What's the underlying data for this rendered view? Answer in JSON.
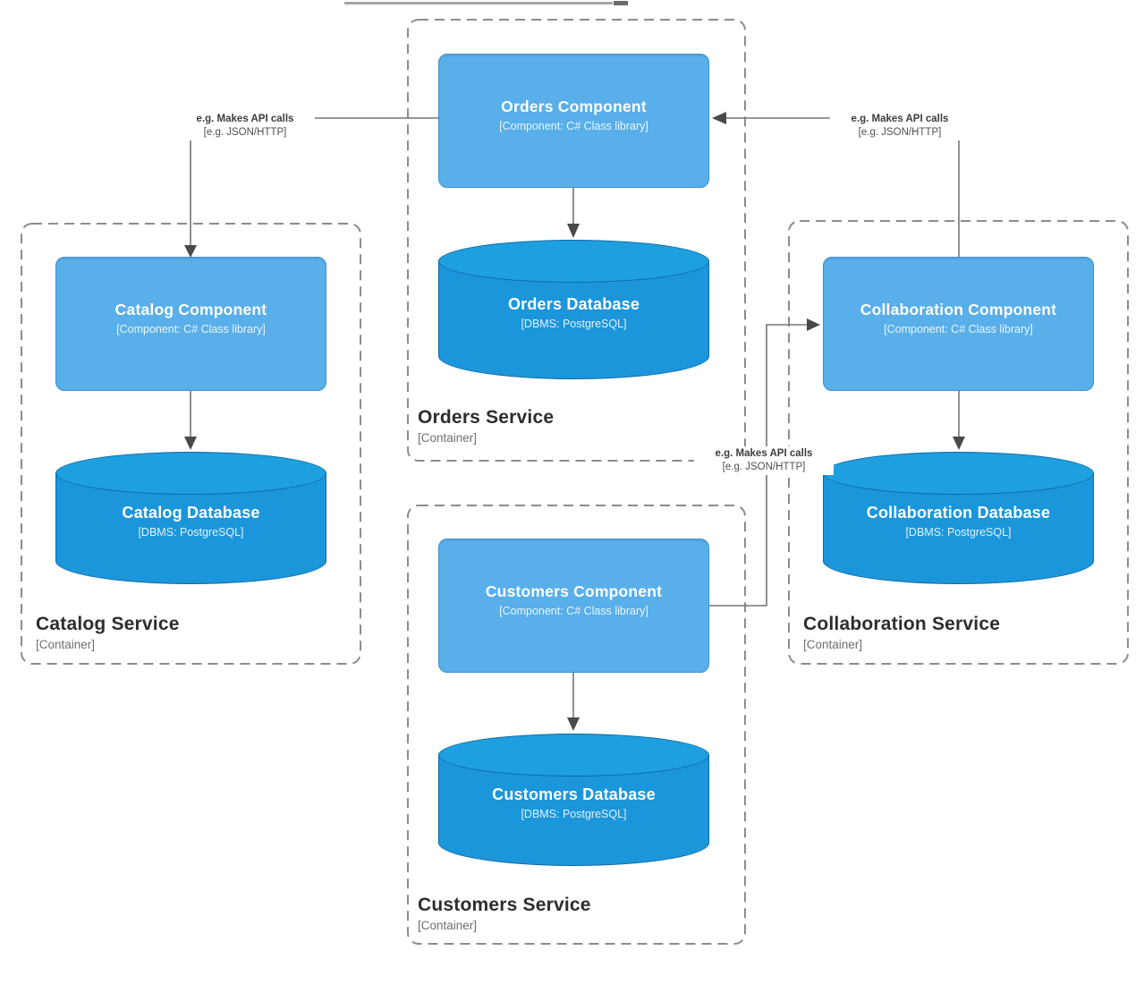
{
  "nodes": {
    "orders_component": {
      "title": "Orders Component",
      "subtitle": "[Component: C# Class library]"
    },
    "orders_database": {
      "title": "Orders Database",
      "subtitle": "[DBMS: PostgreSQL]"
    },
    "catalog_component": {
      "title": "Catalog Component",
      "subtitle": "[Component: C# Class library]"
    },
    "catalog_database": {
      "title": "Catalog Database",
      "subtitle": "[DBMS: PostgreSQL]"
    },
    "collaboration_component": {
      "title": "Collaboration Component",
      "subtitle": "[Component: C# Class library]"
    },
    "collaboration_database": {
      "title": "Collaboration Database",
      "subtitle": "[DBMS: PostgreSQL]"
    },
    "customers_component": {
      "title": "Customers Component",
      "subtitle": "[Component: C# Class library]"
    },
    "customers_database": {
      "title": "Customers Database",
      "subtitle": "[DBMS: PostgreSQL]"
    }
  },
  "containers": {
    "orders": {
      "label": "Orders Service",
      "type": "[Container]"
    },
    "catalog": {
      "label": "Catalog Service",
      "type": "[Container]"
    },
    "collaboration": {
      "label": "Collaboration Service",
      "type": "[Container]"
    },
    "customers": {
      "label": "Customers Service",
      "type": "[Container]"
    }
  },
  "relationships": {
    "orders_to_catalog": {
      "label": "e.g. Makes API calls",
      "protocol": "[e.g. JSON/HTTP]"
    },
    "collaboration_to_orders": {
      "label": "e.g. Makes API calls",
      "protocol": "[e.g. JSON/HTTP]"
    },
    "customers_to_collaboration": {
      "label": "e.g. Makes API calls",
      "protocol": "[e.g. JSON/HTTP]"
    }
  },
  "colors": {
    "component_fill": "#58AFEA",
    "database_fill": "#1B96DB",
    "container_border": "#8C8C8C",
    "connector": "#757575",
    "node_text": "#FFFFFF"
  }
}
